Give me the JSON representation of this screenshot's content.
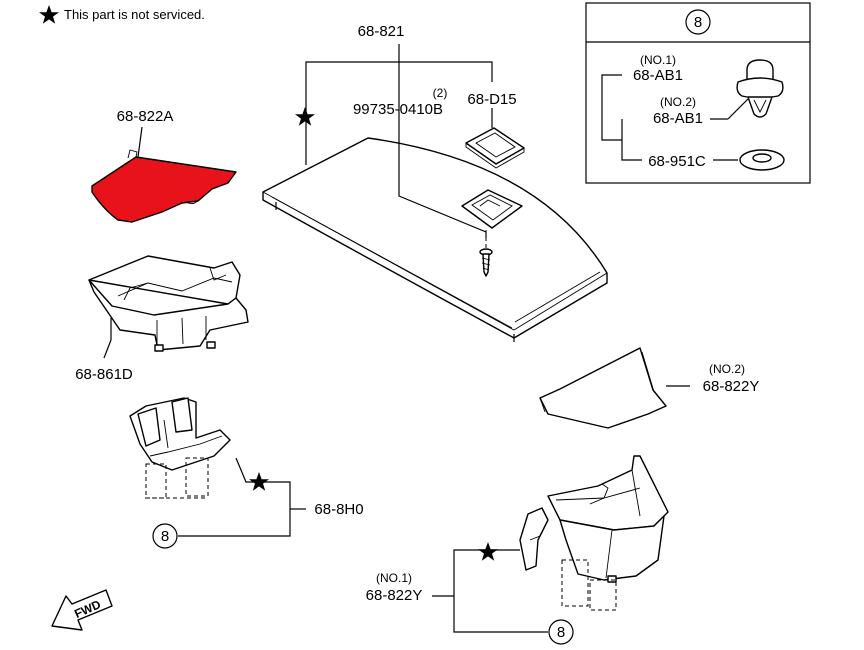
{
  "note": "This part is not serviced.",
  "colors": {
    "highlight": "#e8121b",
    "line": "#000000",
    "background": "#ffffff"
  },
  "callouts": {
    "shelf": "68-821",
    "screw_qty": "(2)",
    "screw": "99735-0410B",
    "cover": "68-D15",
    "trim_a": "68-822A",
    "bracket": "68-861D",
    "trim_y2_qty": "(NO.2)",
    "trim_y2": "68-822Y",
    "latch": "68-8H0",
    "ref_latch": "8",
    "box_qty": "(NO.1)",
    "box": "68-822Y",
    "ref_box": "8"
  },
  "legend": {
    "ref": "8",
    "clip1_qty": "(NO.1)",
    "clip1": "68-AB1",
    "clip2_qty": "(NO.2)",
    "clip2": "68-AB1",
    "washer": "68-951C"
  },
  "fwd": "FWD",
  "icons": [
    "star-icon",
    "fwd-arrow-icon",
    "clip-icon",
    "washer-icon",
    "screw-icon"
  ]
}
